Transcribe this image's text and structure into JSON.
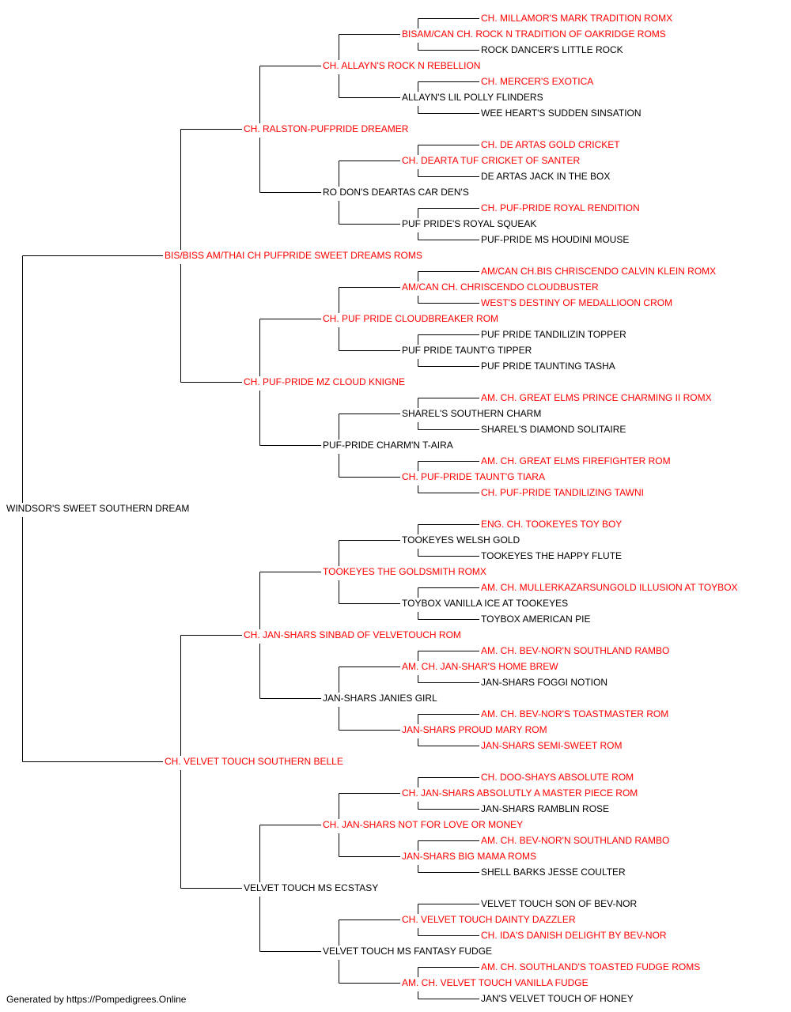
{
  "colors": {
    "champion": "#ff0000",
    "normal": "#000000",
    "line": "#000000"
  },
  "root": "WINDSOR'S SWEET SOUTHERN DREAM",
  "parents": [
    {
      "name": "BIS/BISS AM/THAI CH PUFPRIDE SWEET DREAMS ROMS",
      "champion": true
    },
    {
      "name": "CH. VELVET TOUCH SOUTHERN BELLE",
      "champion": true
    }
  ],
  "grandparents": [
    {
      "name": "CH. RALSTON-PUFPRIDE DREAMER",
      "champion": true
    },
    {
      "name": "CH. PUF-PRIDE MZ CLOUD KNIGNE",
      "champion": true
    },
    {
      "name": "CH. JAN-SHARS SINBAD OF VELVETOUCH ROM",
      "champion": true
    },
    {
      "name": "VELVET TOUCH MS ECSTASY",
      "champion": false
    }
  ],
  "great_grandparents": [
    {
      "name": "CH. ALLAYN'S ROCK N REBELLION",
      "champion": true
    },
    {
      "name": "RO DON'S DEARTAS CAR DEN'S",
      "champion": false
    },
    {
      "name": "CH. PUF PRIDE CLOUDBREAKER ROM",
      "champion": true
    },
    {
      "name": "PUF-PRIDE CHARM'N T-AIRA",
      "champion": false
    },
    {
      "name": "TOOKEYES THE GOLDSMITH ROMX",
      "champion": true
    },
    {
      "name": "JAN-SHARS JANIES GIRL",
      "champion": false
    },
    {
      "name": "CH. JAN-SHARS NOT FOR LOVE OR MONEY",
      "champion": true
    },
    {
      "name": "VELVET TOUCH MS FANTASY FUDGE",
      "champion": false
    }
  ],
  "gen4": [
    {
      "name": "BISAM/CAN CH. ROCK N TRADITION OF OAKRIDGE ROMS",
      "champion": true
    },
    {
      "name": "ALLAYN'S LIL POLLY FLINDERS",
      "champion": false
    },
    {
      "name": "CH. DEARTA TUF CRICKET OF SANTER",
      "champion": true
    },
    {
      "name": "PUF PRIDE'S ROYAL SQUEAK",
      "champion": false
    },
    {
      "name": "AM/CAN CH. CHRISCENDO CLOUDBUSTER",
      "champion": true
    },
    {
      "name": "PUF PRIDE TAUNT'G TIPPER",
      "champion": false
    },
    {
      "name": "SHAREL'S SOUTHERN CHARM",
      "champion": false
    },
    {
      "name": "CH. PUF-PRIDE TAUNT'G TIARA",
      "champion": true
    },
    {
      "name": "TOOKEYES WELSH GOLD",
      "champion": false
    },
    {
      "name": "TOYBOX VANILLA ICE AT TOOKEYES",
      "champion": false
    },
    {
      "name": "AM. CH. JAN-SHAR'S HOME BREW",
      "champion": true
    },
    {
      "name": "JAN-SHARS PROUD MARY ROM",
      "champion": true
    },
    {
      "name": "CH. JAN-SHARS ABSOLUTLY A MASTER PIECE ROM",
      "champion": true
    },
    {
      "name": "JAN-SHARS BIG MAMA ROMS",
      "champion": true
    },
    {
      "name": "CH. VELVET TOUCH DAINTY DAZZLER",
      "champion": true
    },
    {
      "name": "AM. CH. VELVET TOUCH VANILLA FUDGE",
      "champion": true
    }
  ],
  "gen5": [
    {
      "name": "CH. MILLAMOR'S MARK TRADITION ROMX",
      "champion": true
    },
    {
      "name": "ROCK DANCER'S LITTLE ROCK",
      "champion": false
    },
    {
      "name": "CH. MERCER'S EXOTICA",
      "champion": true
    },
    {
      "name": "WEE HEART'S SUDDEN SINSATION",
      "champion": false
    },
    {
      "name": "CH. DE ARTAS GOLD CRICKET",
      "champion": true
    },
    {
      "name": "DE ARTAS JACK IN THE BOX",
      "champion": false
    },
    {
      "name": "CH. PUF-PRIDE ROYAL RENDITION",
      "champion": true
    },
    {
      "name": "PUF-PRIDE MS HOUDINI MOUSE",
      "champion": false
    },
    {
      "name": "AM/CAN CH.BIS CHRISCENDO CALVIN KLEIN ROMX",
      "champion": true
    },
    {
      "name": "WEST'S DESTINY OF MEDALLIOON CROM",
      "champion": true
    },
    {
      "name": "PUF PRIDE TANDILIZIN TOPPER",
      "champion": false
    },
    {
      "name": "PUF PRIDE TAUNTING TASHA",
      "champion": false
    },
    {
      "name": "AM. CH. GREAT ELMS PRINCE CHARMING II ROMX",
      "champion": true
    },
    {
      "name": "SHAREL'S DIAMOND SOLITAIRE",
      "champion": false
    },
    {
      "name": "AM. CH. GREAT ELMS FIREFIGHTER ROM",
      "champion": true
    },
    {
      "name": "CH. PUF-PRIDE TANDILIZING TAWNI",
      "champion": true
    },
    {
      "name": "ENG. CH. TOOKEYES TOY BOY",
      "champion": true
    },
    {
      "name": "TOOKEYES THE HAPPY FLUTE",
      "champion": false
    },
    {
      "name": "AM. CH. MULLERKAZARSUNGOLD ILLUSION AT TOYBOX",
      "champion": true
    },
    {
      "name": "TOYBOX AMERICAN PIE",
      "champion": false
    },
    {
      "name": "AM. CH. BEV-NOR'N SOUTHLAND RAMBO",
      "champion": true
    },
    {
      "name": "JAN-SHARS FOGGI NOTION",
      "champion": false
    },
    {
      "name": "AM. CH. BEV-NOR'S TOASTMASTER ROM",
      "champion": true
    },
    {
      "name": "JAN-SHARS SEMI-SWEET ROM",
      "champion": true
    },
    {
      "name": "CH. DOO-SHAYS ABSOLUTE ROM",
      "champion": true
    },
    {
      "name": "JAN-SHARS RAMBLIN ROSE",
      "champion": false
    },
    {
      "name": "AM. CH. BEV-NOR'N SOUTHLAND RAMBO",
      "champion": true
    },
    {
      "name": "SHELL BARKS JESSE COULTER",
      "champion": false
    },
    {
      "name": "VELVET TOUCH SON OF BEV-NOR",
      "champion": false
    },
    {
      "name": "CH. IDA'S DANISH DELIGHT BY BEV-NOR",
      "champion": true
    },
    {
      "name": "AM. CH. SOUTHLAND'S TOASTED FUDGE ROMS",
      "champion": true
    },
    {
      "name": "JAN'S VELVET TOUCH OF HONEY",
      "champion": false
    }
  ],
  "footer": "Generated by https://Pompedigrees.Online"
}
